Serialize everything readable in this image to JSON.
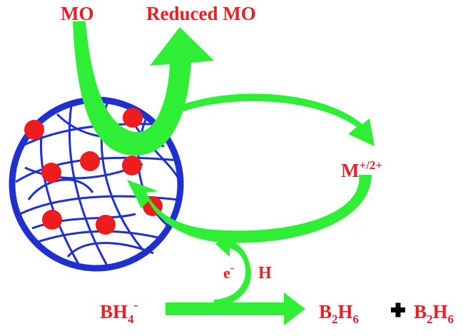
{
  "colors": {
    "label": "#ee1c25",
    "arrow": "#2eee35",
    "network": "#1f2fd0",
    "particle": "#ee1c1c",
    "plus": "#000000"
  },
  "labels": {
    "mo": "MO",
    "reduced_mo": "Reduced MO",
    "metal_ion": {
      "base": "M",
      "sup": "+/2+"
    },
    "electron": {
      "base": "e",
      "sup": "-"
    },
    "hydrogen": "H",
    "borohydride": {
      "base": "BH",
      "sub": "4",
      "sup": "-"
    },
    "product1": {
      "b": "B",
      "bsub": "2",
      "h": "H",
      "hsub": "6"
    },
    "product2": {
      "b": "B",
      "bsub": "2",
      "h": "H",
      "hsub": "6"
    }
  },
  "icons": {
    "plus": "plus-icon",
    "particles": "nanoparticle-icon"
  }
}
